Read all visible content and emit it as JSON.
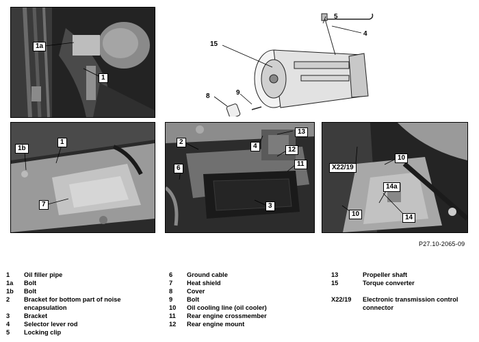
{
  "reference_code": "P27.10-2065-09",
  "callouts": {
    "topleft": [
      "1a",
      "1"
    ],
    "topright": [
      "5",
      "4",
      "15",
      "9",
      "8"
    ],
    "bottomleft": [
      "1b",
      "1",
      "7"
    ],
    "bottommid": [
      "2",
      "13",
      "4",
      "12",
      "11",
      "6",
      "3"
    ],
    "bottomright": [
      "X22/19",
      "10",
      "14a",
      "14",
      "10"
    ]
  },
  "legend": {
    "col1": [
      {
        "num": "1",
        "text": "Oil filler pipe"
      },
      {
        "num": "1a",
        "text": "Bolt"
      },
      {
        "num": "1b",
        "text": "Bolt"
      },
      {
        "num": "2",
        "text": "Bracket for bottom part of noise"
      },
      {
        "num": "",
        "text": "encapsulation"
      },
      {
        "num": "3",
        "text": "Bracket"
      },
      {
        "num": "4",
        "text": "Selector lever rod"
      },
      {
        "num": "5",
        "text": "Locking clip"
      }
    ],
    "col2": [
      {
        "num": "6",
        "text": "Ground cable"
      },
      {
        "num": "7",
        "text": "Heat shield"
      },
      {
        "num": "8",
        "text": "Cover"
      },
      {
        "num": "9",
        "text": "Bolt"
      },
      {
        "num": "10",
        "text": "Oil cooling line (oil cooler)"
      },
      {
        "num": "11",
        "text": "Rear engine crossmember"
      },
      {
        "num": "12",
        "text": "Rear engine mount"
      }
    ],
    "col3": [
      {
        "num": "13",
        "text": "Propeller shaft"
      },
      {
        "num": "15",
        "text": "Torque converter"
      },
      {
        "num": "",
        "text": ""
      },
      {
        "num": "X22/19",
        "text": "Electronic transmission control"
      },
      {
        "num": "",
        "text": "connector"
      }
    ]
  }
}
